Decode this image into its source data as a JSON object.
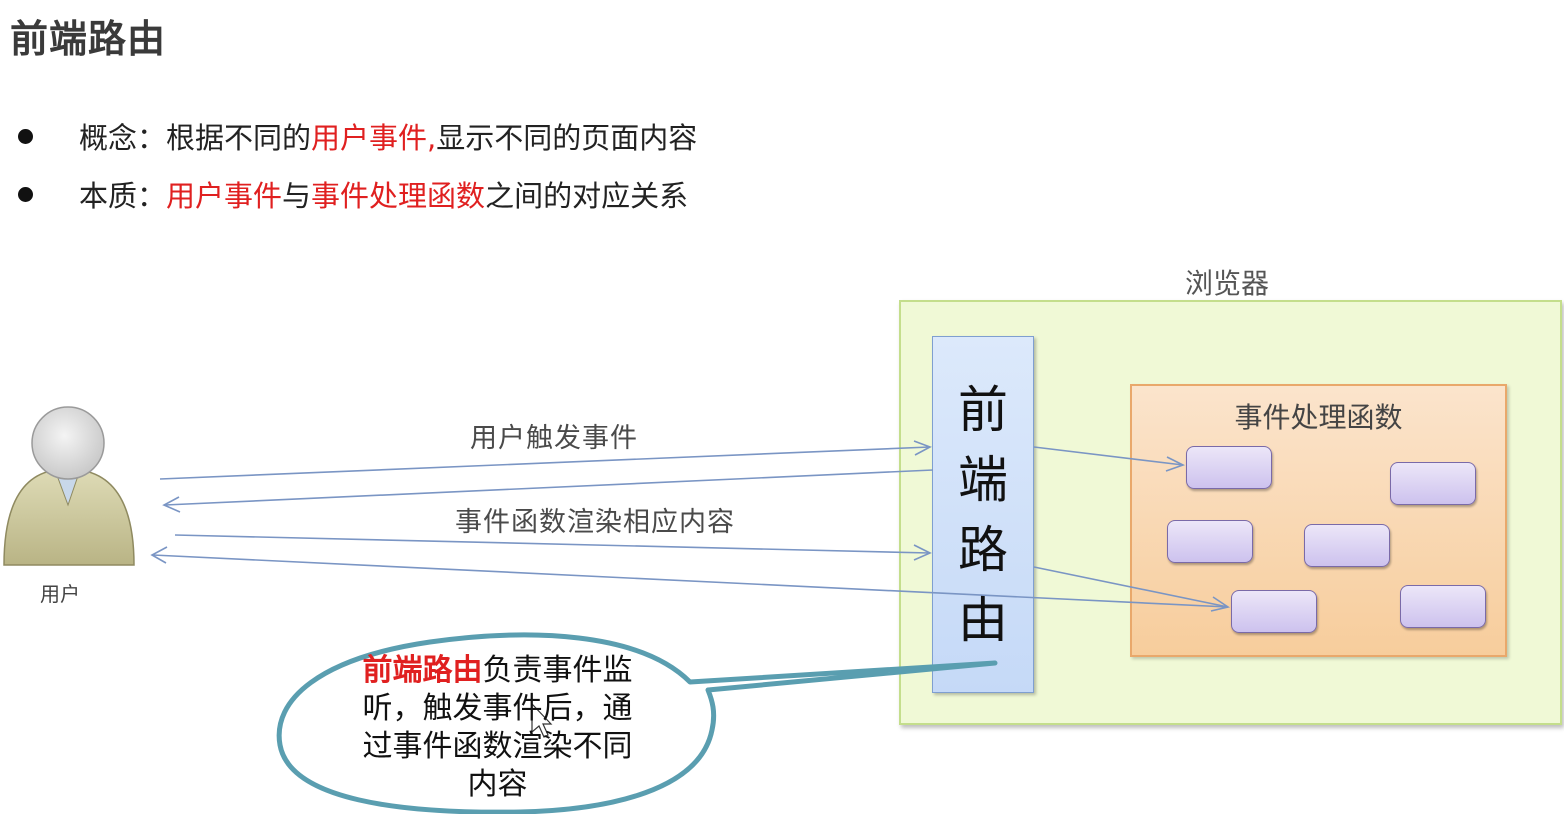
{
  "slide": {
    "title": "前端路由",
    "bullets": [
      {
        "label": "概念：",
        "pre": "根据不同的",
        "hl1": "用户事件,",
        "mid": "显示不同的页面内容",
        "hl2": "",
        "post": ""
      },
      {
        "label": "本质：",
        "pre": "",
        "hl1": "用户事件",
        "mid": "与",
        "hl2": "事件处理函数",
        "post": "之间的对应关系"
      }
    ]
  },
  "diagram": {
    "browser_label": "浏览器",
    "router_chars": [
      "前",
      "端",
      "路",
      "由"
    ],
    "handlers_title": "事件处理函数",
    "user_label": "用户",
    "edge_labels": {
      "trigger": "用户触发事件",
      "render": "事件函数渲染相应内容"
    },
    "callout": {
      "highlight": "前端路由",
      "text": "负责事件监听，触发事件后，通过事件函数渲染不同内容"
    },
    "colors": {
      "highlight_red": "#e02020",
      "browser_fill": "#f0f9d6",
      "router_fill": "#c5d9f7",
      "handlers_fill": "#f7cd9c",
      "fn_box_fill": "#cdc2ee",
      "arrow": "#7a95c4",
      "callout_stroke": "#5a9eb0"
    }
  }
}
